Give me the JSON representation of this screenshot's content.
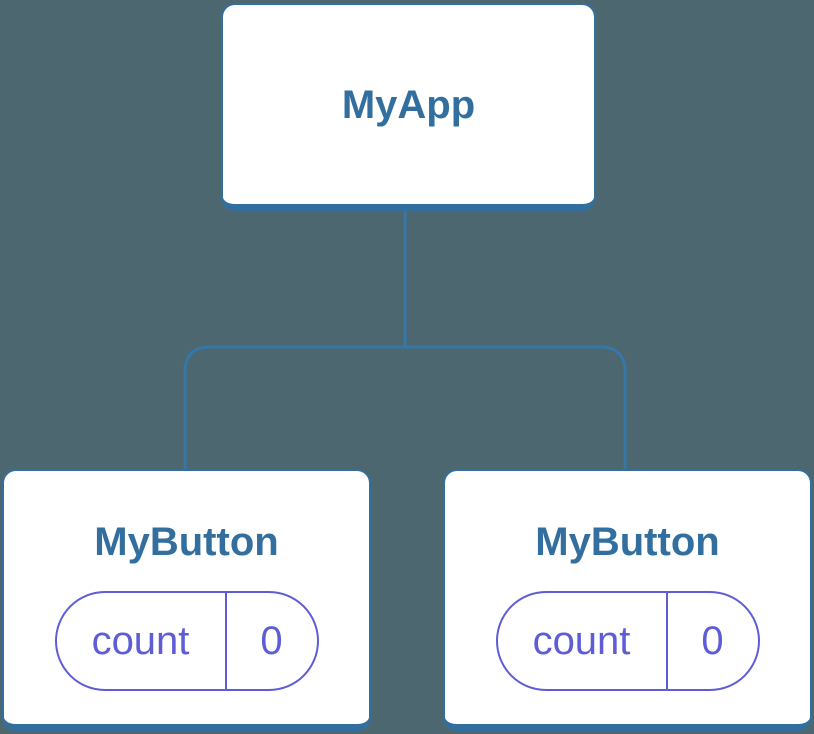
{
  "colors": {
    "background": "#4d6770",
    "stroke_blue": "#336f9e",
    "line_blue": "#3577a6",
    "state_violet": "#5e5dd6",
    "card_white": "#ffffff"
  },
  "tree": {
    "root": {
      "title": "MyApp"
    },
    "children": [
      {
        "title": "MyButton",
        "state": {
          "key": "count",
          "value": "0"
        }
      },
      {
        "title": "MyButton",
        "state": {
          "key": "count",
          "value": "0"
        }
      }
    ]
  }
}
